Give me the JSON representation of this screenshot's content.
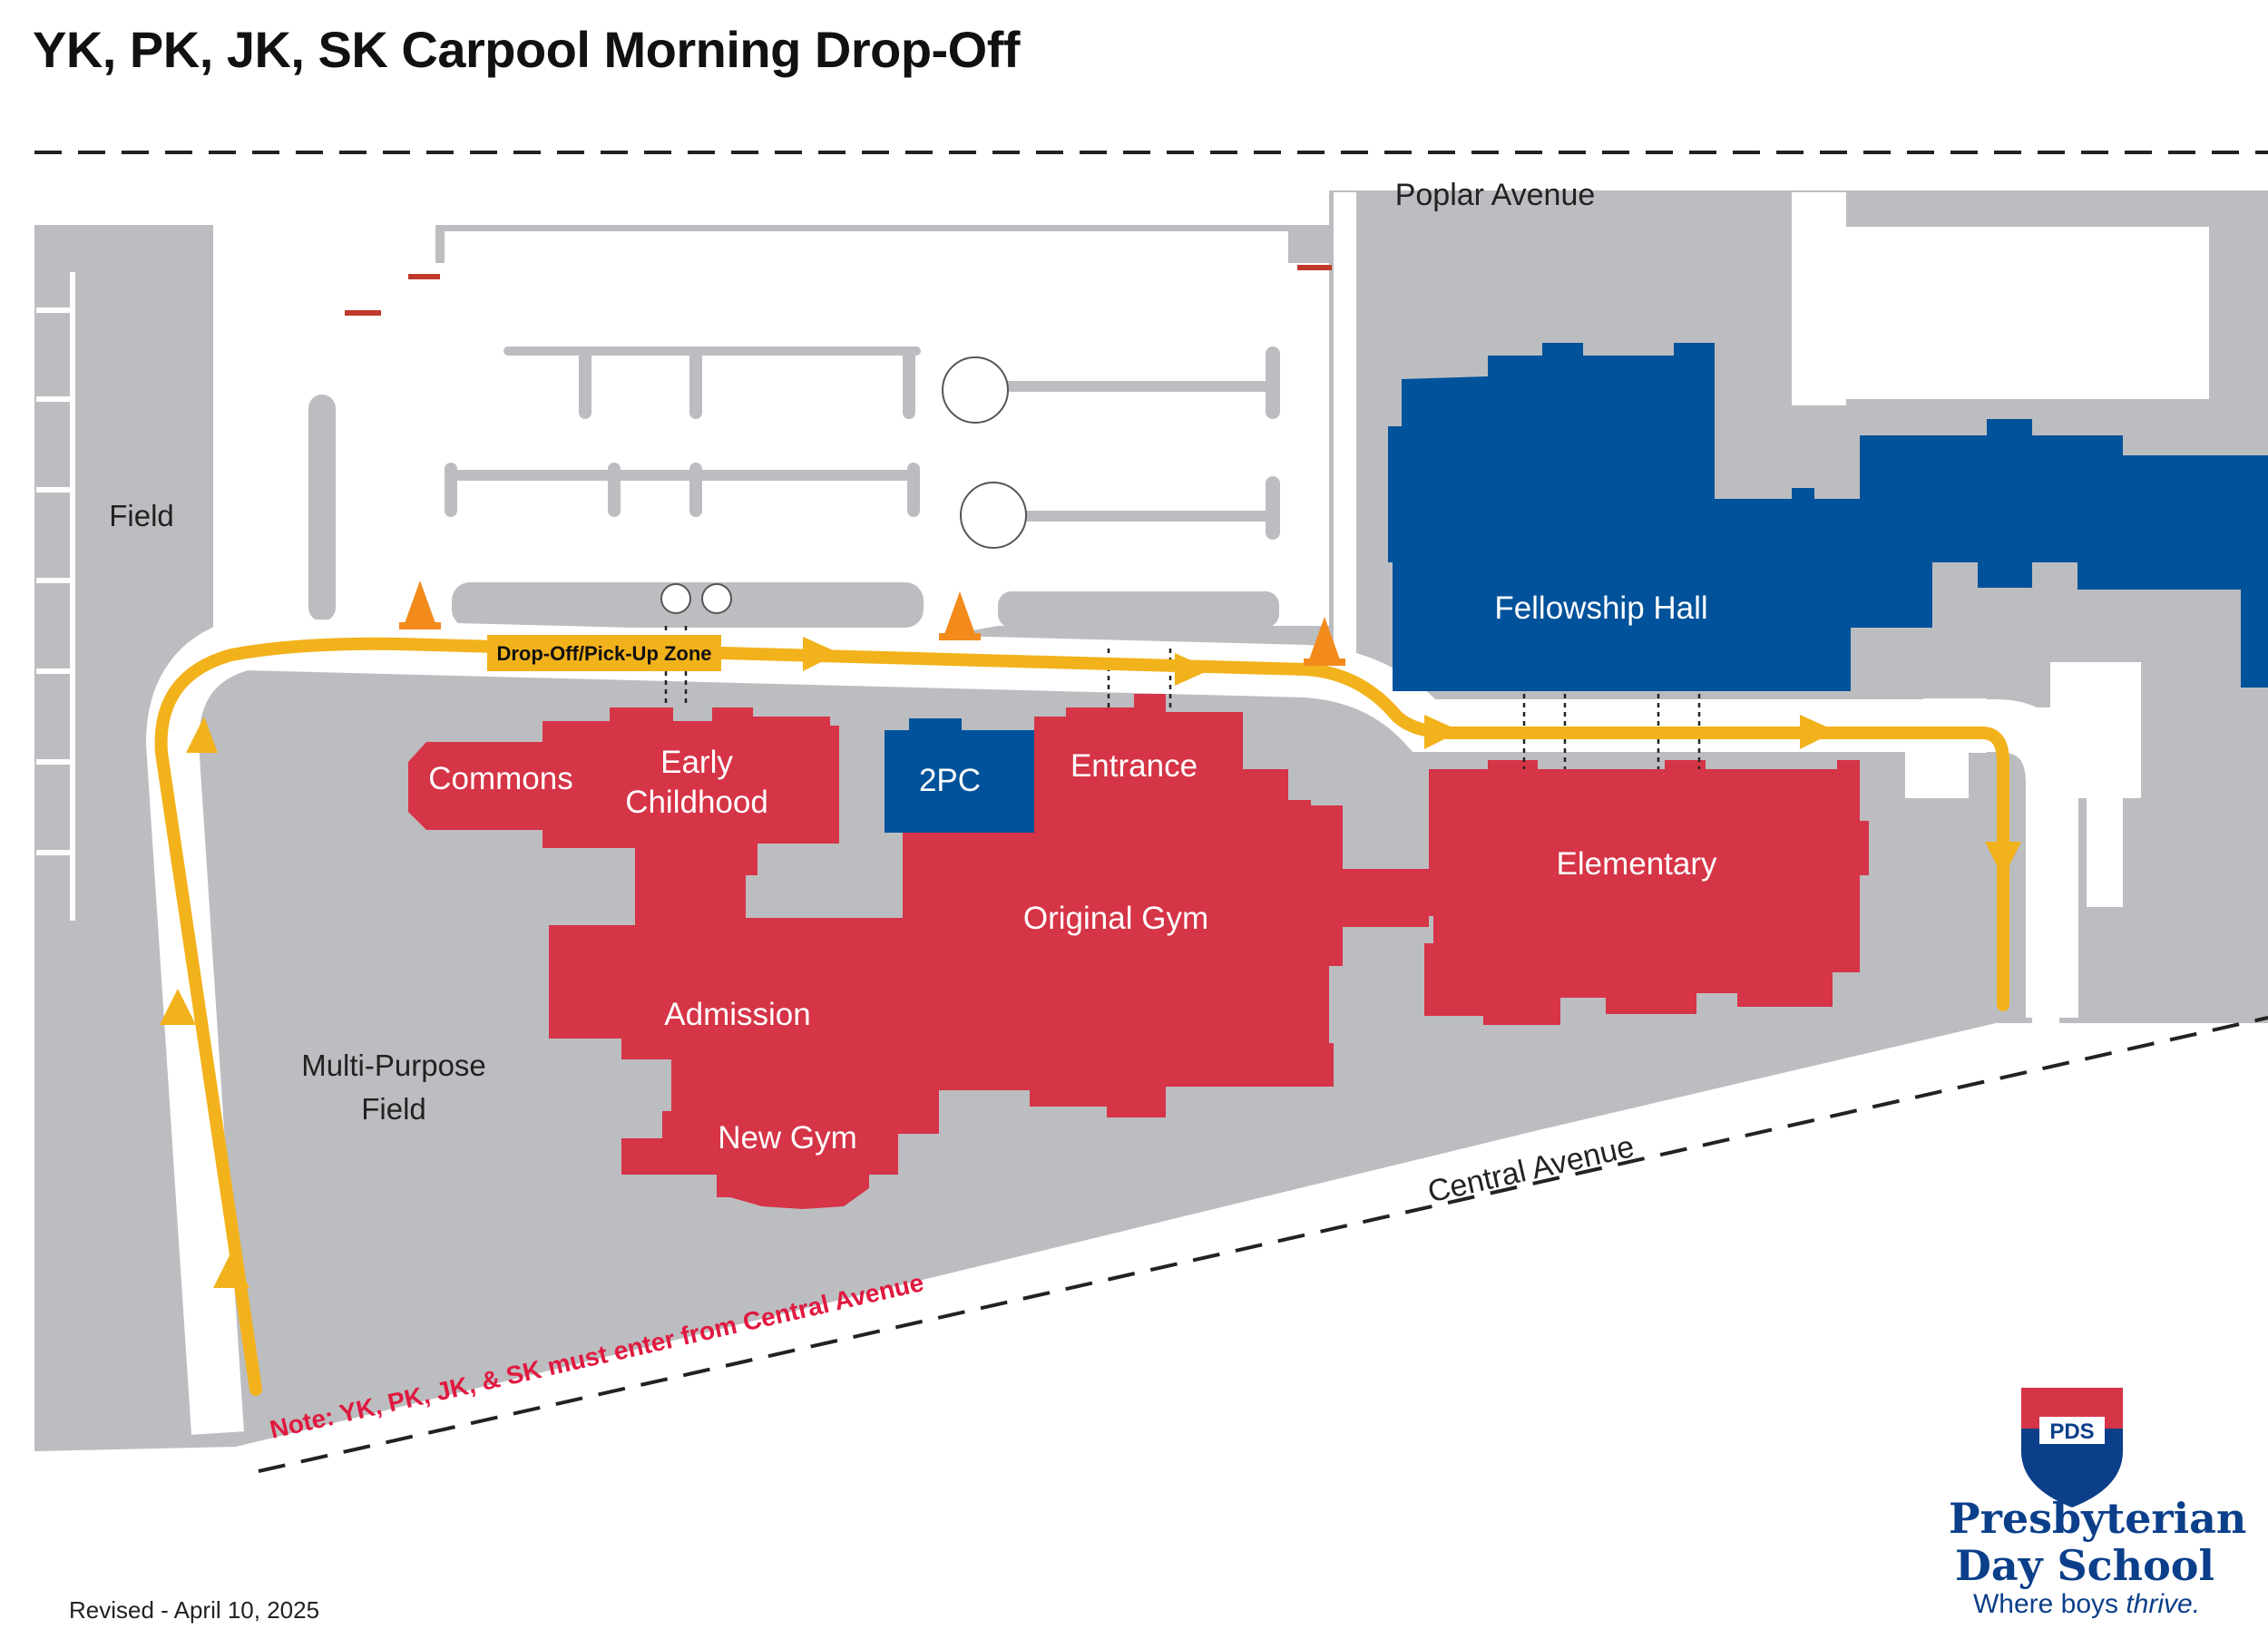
{
  "title": "YK, PK, JK, SK Carpool Morning Drop-Off",
  "streets": {
    "north": "Poplar Avenue",
    "south": "Central Avenue"
  },
  "areas": {
    "field": "Field",
    "multi_purpose_field_line1": "Multi-Purpose",
    "multi_purpose_field_line2": "Field"
  },
  "buildings": {
    "commons": "Commons",
    "early_childhood_line1": "Early",
    "early_childhood_line2": "Childhood",
    "two_pc": "2PC",
    "entrance": "Entrance",
    "original_gym": "Original Gym",
    "admission": "Admission",
    "new_gym": "New Gym",
    "elementary": "Elementary",
    "fellowship_hall": "Fellowship Hall"
  },
  "dropoff_zone_label": "Drop-Off/Pick-Up Zone",
  "note": "Note: YK, PK, JK, & SK must enter from Central Avenue",
  "revised": "Revised - April 10, 2025",
  "logo": {
    "monogram": "PDS",
    "name_line1": "Presbyterian",
    "name_line2": "Day School",
    "tagline_prefix": "Where boys ",
    "tagline_emphasis": "thrive."
  },
  "colors": {
    "building_red": "#d63447",
    "building_blue": "#00529b",
    "ground_gray": "#bcbdc0",
    "route_yellow": "#f2b21c",
    "note_red": "#e0193f"
  }
}
